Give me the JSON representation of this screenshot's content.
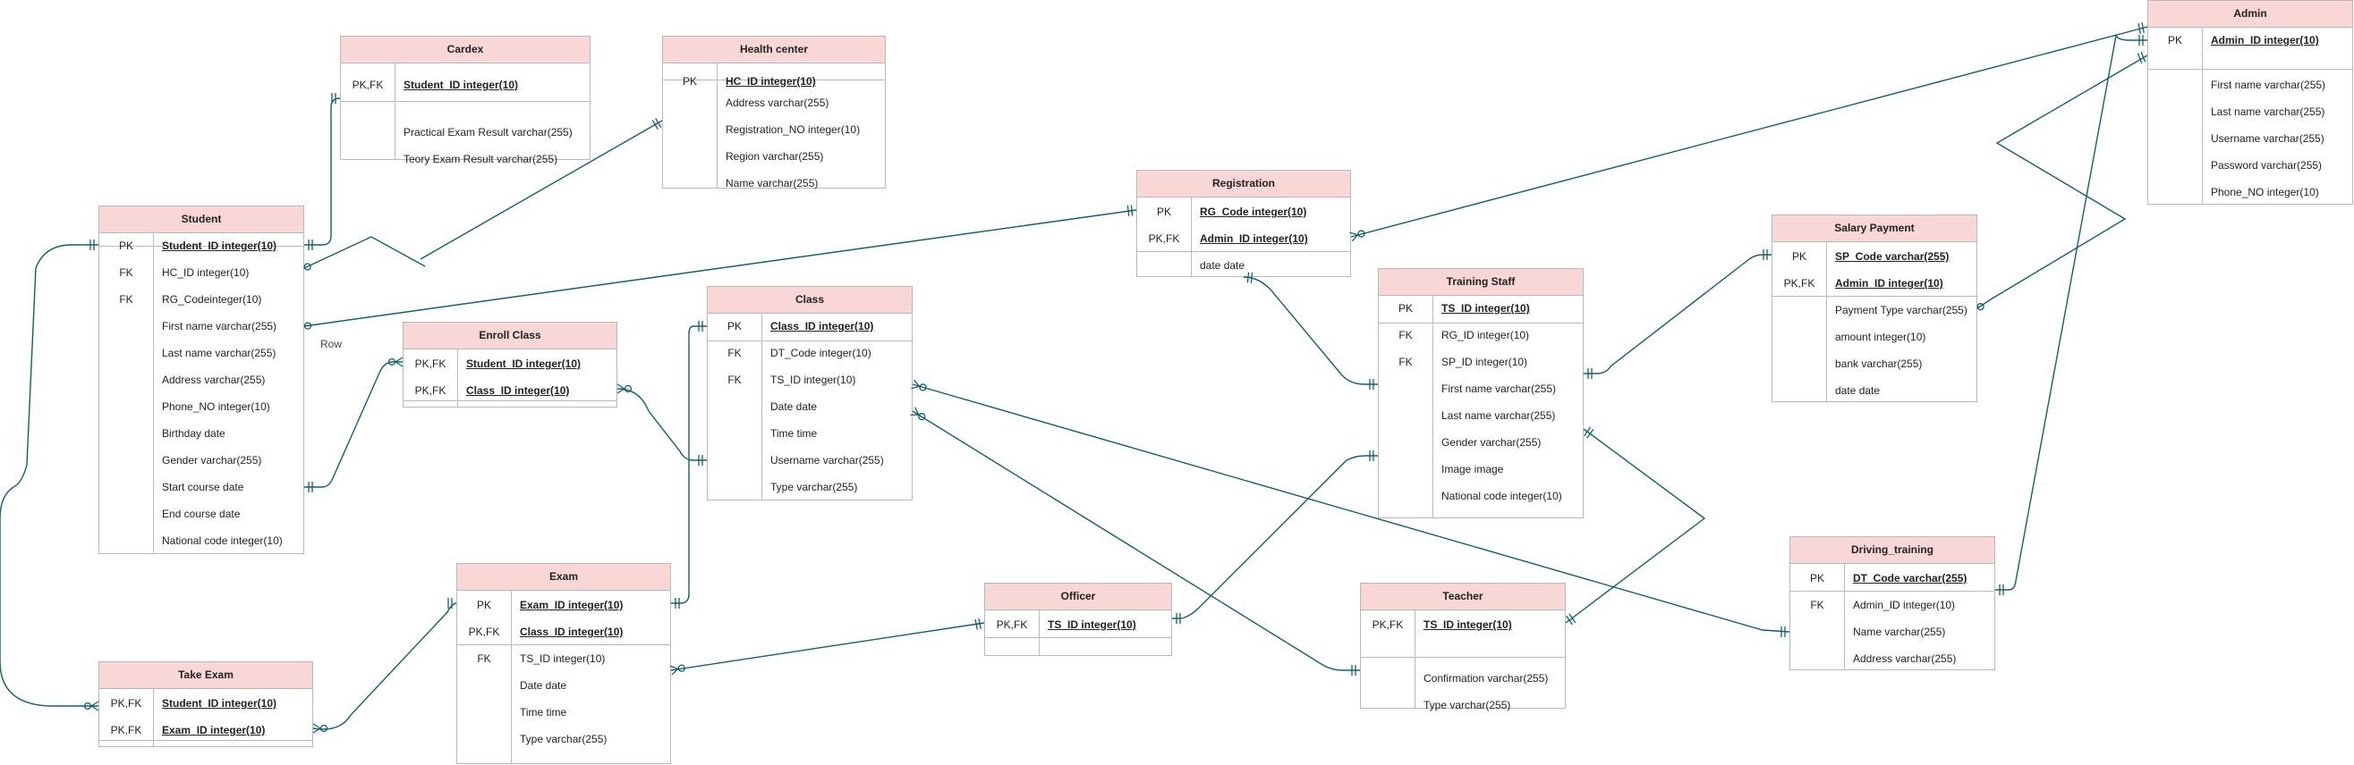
{
  "diagram": {
    "entities": [
      {
        "id": "cardex",
        "name": "Cardex",
        "rows": [
          {
            "key": "PK,FK",
            "text": "Student_ID   integer(10)",
            "pk": true
          },
          {
            "key": "",
            "text": "Practical Exam Result   varchar(255)"
          },
          {
            "key": "",
            "text": "Teory Exam Result   varchar(255)"
          }
        ]
      },
      {
        "id": "health_center",
        "name": "Health center",
        "rows": [
          {
            "key": "PK",
            "text": "HC_ID    integer(10)",
            "pk": true
          },
          {
            "key": "",
            "text": "Address   varchar(255)"
          },
          {
            "key": "",
            "text": "Registration_NO    integer(10)"
          },
          {
            "key": "",
            "text": "Region   varchar(255)"
          },
          {
            "key": "",
            "text": "Name   varchar(255)"
          }
        ]
      },
      {
        "id": "admin",
        "name": "Admin",
        "rows": [
          {
            "key": "PK",
            "text": "Admin_ID    integer(10)",
            "pk": true
          },
          {
            "key": "",
            "text": "First name    varchar(255)"
          },
          {
            "key": "",
            "text": "Last  name    varchar(255)"
          },
          {
            "key": "",
            "text": "Username    varchar(255)"
          },
          {
            "key": "",
            "text": "Password    varchar(255)"
          },
          {
            "key": "",
            "text": "Phone_NO    integer(10)"
          }
        ]
      },
      {
        "id": "student",
        "name": "Student",
        "rows": [
          {
            "key": "PK",
            "text": "Student_ID    integer(10)",
            "pk": true
          },
          {
            "key": "FK",
            "text": "HC_ID     integer(10)"
          },
          {
            "key": "FK",
            "text": "RG_Codeinteger(10)"
          },
          {
            "key": "",
            "text": "First name   varchar(255)"
          },
          {
            "key": "",
            "text": "Last  name   varchar(255)"
          },
          {
            "key": "",
            "text": "Address   varchar(255)"
          },
          {
            "key": "",
            "text": "Phone_NO    integer(10)"
          },
          {
            "key": "",
            "text": "Birthday    date"
          },
          {
            "key": "",
            "text": "Gender   varchar(255)"
          },
          {
            "key": "",
            "text": "Start course    date"
          },
          {
            "key": "",
            "text": "End course    date"
          },
          {
            "key": "",
            "text": "National code    integer(10)"
          }
        ]
      },
      {
        "id": "registration",
        "name": "Registration",
        "rows": [
          {
            "key": "PK",
            "text": "RG_Code     integer(10)",
            "pk": true
          },
          {
            "key": "PK,FK",
            "text": "Admin_ID     integer(10)",
            "pk": true
          },
          {
            "key": "",
            "text": "date    date"
          }
        ]
      },
      {
        "id": "salary_payment",
        "name": "Salary Payment",
        "rows": [
          {
            "key": "PK",
            "text": "SP_Code    varchar(255)",
            "pk": true
          },
          {
            "key": "PK,FK",
            "text": "Admin_ID     integer(10)",
            "pk": true
          },
          {
            "key": "",
            "text": "Payment Type  varchar(255)"
          },
          {
            "key": "",
            "text": "amount    integer(10)"
          },
          {
            "key": "",
            "text": "bank    varchar(255)"
          },
          {
            "key": "",
            "text": "date    date"
          }
        ]
      },
      {
        "id": "class",
        "name": "Class",
        "rows": [
          {
            "key": "PK",
            "text": "Class_ID    integer(10)",
            "pk": true
          },
          {
            "key": "FK",
            "text": "DT_Code    integer(10)"
          },
          {
            "key": "FK",
            "text": "TS_ID    integer(10)"
          },
          {
            "key": "",
            "text": "Date    date"
          },
          {
            "key": "",
            "text": "Time     time"
          },
          {
            "key": "",
            "text": "Username    varchar(255)"
          },
          {
            "key": "",
            "text": "Type    varchar(255)"
          }
        ]
      },
      {
        "id": "training_staff",
        "name": "Training Staff",
        "rows": [
          {
            "key": "PK",
            "text": "TS_ID    integer(10)",
            "pk": true
          },
          {
            "key": "FK",
            "text": "RG_ID     integer(10)"
          },
          {
            "key": "FK",
            "text": "SP_ID      integer(10)"
          },
          {
            "key": "",
            "text": "First name    varchar(255)"
          },
          {
            "key": "",
            "text": "Last name    varchar(255)"
          },
          {
            "key": "",
            "text": "Gender    varchar(255)"
          },
          {
            "key": "",
            "text": "Image    image"
          },
          {
            "key": "",
            "text": "National code    integer(10)"
          }
        ]
      },
      {
        "id": "enroll_class",
        "name": "Enroll Class",
        "rows": [
          {
            "key": "PK,FK",
            "text": "Student_ID    integer(10)",
            "pk": true
          },
          {
            "key": "PK,FK",
            "text": "Class_ID     integer(10)",
            "pk": true
          }
        ]
      },
      {
        "id": "driving_training",
        "name": "Driving_training",
        "rows": [
          {
            "key": "PK",
            "text": "DT_Code     varchar(255)",
            "pk": true
          },
          {
            "key": "FK",
            "text": "Admin_ID     integer(10)"
          },
          {
            "key": "",
            "text": "Name    varchar(255)"
          },
          {
            "key": "",
            "text": "Address    varchar(255)"
          }
        ]
      },
      {
        "id": "exam",
        "name": "Exam",
        "rows": [
          {
            "key": "PK",
            "text": "Exam_ID     integer(10)",
            "pk": true
          },
          {
            "key": "PK,FK",
            "text": "Class_ID     integer(10)",
            "pk": true
          },
          {
            "key": "FK",
            "text": "TS_ID    integer(10)"
          },
          {
            "key": "",
            "text": "Date    date"
          },
          {
            "key": "",
            "text": "Time    time"
          },
          {
            "key": "",
            "text": "Type    varchar(255)"
          }
        ]
      },
      {
        "id": "officer",
        "name": "Officer",
        "rows": [
          {
            "key": "PK,FK",
            "text": "TS_ID     integer(10)",
            "pk": true
          }
        ]
      },
      {
        "id": "teacher",
        "name": "Teacher",
        "rows": [
          {
            "key": "PK,FK",
            "text": "TS_ID     integer(10)",
            "pk": true
          },
          {
            "key": "",
            "text": "Confirmation    varchar(255)"
          },
          {
            "key": "",
            "text": "Type    varchar(255)"
          }
        ]
      },
      {
        "id": "take_exam",
        "name": "Take Exam",
        "rows": [
          {
            "key": "PK,FK",
            "text": "Student_ID    integer(10)",
            "pk": true
          },
          {
            "key": "PK,FK",
            "text": "Exam_ID    integer(10)",
            "pk": true
          }
        ]
      }
    ],
    "edge_labels": [
      "Row"
    ]
  }
}
